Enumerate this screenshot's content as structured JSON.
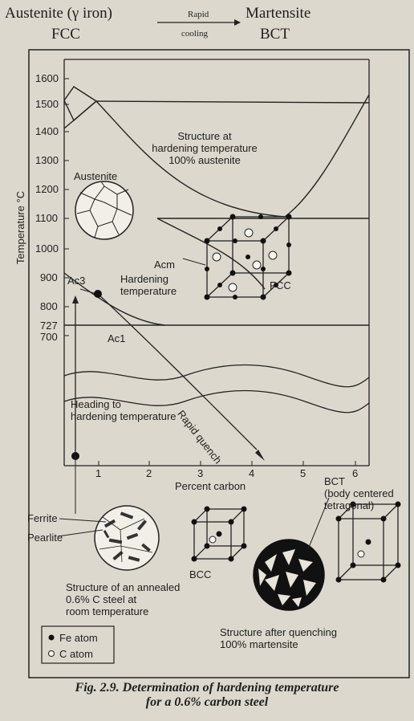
{
  "header": {
    "left_title": "Austenite (γ iron)",
    "left_sub": "FCC",
    "arrow_top": "Rapid",
    "arrow_bottom": "cooling",
    "right_title": "Martensite",
    "right_sub": "BCT"
  },
  "axes": {
    "ylabel": "Temperature °C",
    "yticks": [
      "1600",
      "1500",
      "1400",
      "1300",
      "1200",
      "1100",
      "1000",
      "900",
      "800",
      "727",
      "700"
    ],
    "xlabel": "Percent carbon",
    "xticks": [
      "1",
      "2",
      "3",
      "4",
      "5",
      "6"
    ]
  },
  "labels": {
    "structure_hardening": [
      "Structure at",
      "hardening temperature",
      "100% austenite"
    ],
    "austenite": "Austenite",
    "acm": "Acm",
    "ac3": "Ac3",
    "ac1": "Ac1",
    "hardening_temp": [
      "Hardening",
      "temperature"
    ],
    "fcc": "FCC",
    "rapid_quench": "Rapid quench",
    "heading": [
      "Heading to",
      "hardening temperature"
    ],
    "ferrite": "Ferrite",
    "pearlite": "Pearlite",
    "bcc": "BCC",
    "bct": [
      "BCT",
      "(body centered",
      "tetragonal)"
    ],
    "annealed": [
      "Structure of an annealed",
      "0.6% C steel at",
      "room temperature"
    ],
    "after_quench": [
      "Structure after quenching",
      "100% martensite"
    ]
  },
  "legend": {
    "fe": "Fe atom",
    "c": "C atom"
  },
  "caption": [
    "Fig. 2.9. Determination of hardening temperature",
    "for a 0.6% carbon steel"
  ]
}
